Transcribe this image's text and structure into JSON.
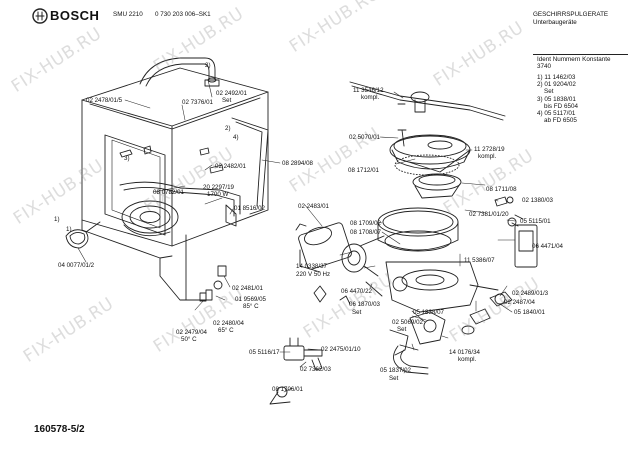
{
  "header": {
    "brand": "BOSCH",
    "model": "SMU 2210",
    "part_no": "0 730 203 006–SK1",
    "category_line1": "GESCHIRRSPULGERATE",
    "category_line2": "Unterbaugeräte",
    "ident_title": "Ident Nummern Konstante",
    "ident_value": "3740",
    "ident_list": [
      "1) 11 1462/03",
      "2) 01 9204/02",
      "    Set",
      "3) 05 1838/01",
      "    bis FD 6504",
      "4) 05 5117/01",
      "    ab FD 6505"
    ]
  },
  "footer": {
    "doc_code": "160578-5/2"
  },
  "watermark": "FIX-HUB.RU",
  "colors": {
    "line": "#222222",
    "watermark": "#9a9a9a"
  },
  "labels": {
    "l01": "02 2478/01/5",
    "l02": "02 7376/01",
    "l03": "02 2492/01",
    "l04": "Set",
    "l05": "02 2482/01",
    "l06": "08 2894/08",
    "l07": "08 0782/01",
    "l08": "20 2297/19",
    "l09": "1700 W",
    "l10": "01 8516/02",
    "l11": "04 0077/01/2",
    "l12": "02 2483/01",
    "l13": "14 0338/37",
    "l14": "220 V 50 Hz",
    "l15": "02 2481/01",
    "l16": "01 9569/05",
    "l17": "85° C",
    "l18": "02 2480/04",
    "l19": "65° C",
    "l20": "02 2479/04",
    "l21": "50° C",
    "l22": "11 3546/12",
    "l23": "kompl.",
    "l24": "02 5070/01",
    "l25": "11 2728/19",
    "l26": "kompl.",
    "l27": "08 1712/01",
    "l28": "08 1711/08",
    "l29": "02 1380/03",
    "l30": "02 7381/01/20",
    "l31": "05 5115/01",
    "l32": "08 1709/02",
    "l33": "08 1708/07",
    "l34": "11 5386/07",
    "l35": "06 4471/04",
    "l36": "06 4470/22",
    "l37": "06 1870/03",
    "l38": "Set",
    "l39": "02 2489/01/3",
    "l40": "02 2487/04",
    "l41": "05 1840/01",
    "l42": "05 1838/07",
    "l43": "02 5069/02",
    "l44": "Set",
    "l45": "14 0176/34",
    "l46": "kompl.",
    "l47": "05 1837/02",
    "l48": "Set",
    "l49": "05 5116/17",
    "l50": "02 2475/01/10",
    "l51": "02 7362/03",
    "l52": "08 1706/01",
    "c1": "1)",
    "c2": "2)",
    "c3": "2)",
    "c4": "3)",
    "c5": "4)",
    "c6": "1)"
  }
}
